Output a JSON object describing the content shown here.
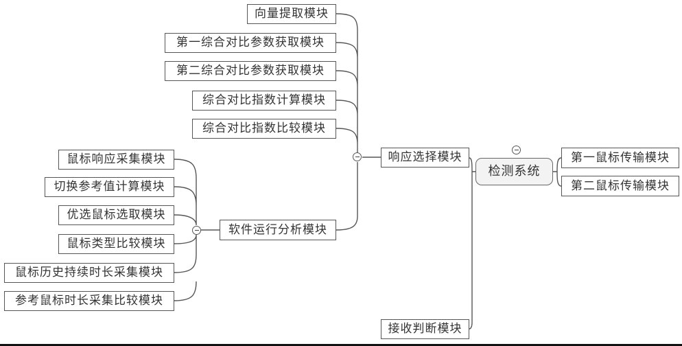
{
  "root": {
    "label": "检测系统"
  },
  "right_children": [
    {
      "label": "第一鼠标传输模块"
    },
    {
      "label": "第二鼠标传输模块"
    }
  ],
  "left_children": [
    {
      "label": "响应选择模块"
    },
    {
      "label": "接收判断模块"
    }
  ],
  "response_select_children": [
    {
      "label": "向量提取模块"
    },
    {
      "label": "第一综合对比参数获取模块"
    },
    {
      "label": "第二综合对比参数获取模块"
    },
    {
      "label": "综合对比指数计算模块"
    },
    {
      "label": "综合对比指数比较模块"
    },
    {
      "label": "软件运行分析模块"
    }
  ],
  "software_analysis_children": [
    {
      "label": "鼠标响应采集模块"
    },
    {
      "label": "切换参考值计算模块"
    },
    {
      "label": "优选鼠标选取模块"
    },
    {
      "label": "鼠标类型比较模块"
    },
    {
      "label": "鼠标历史持续时长采集模块"
    },
    {
      "label": "参考鼠标时长采集比较模块"
    }
  ],
  "colors": {
    "line": "#555555",
    "root_fill": "#f3f3f3",
    "border": "#555555"
  }
}
